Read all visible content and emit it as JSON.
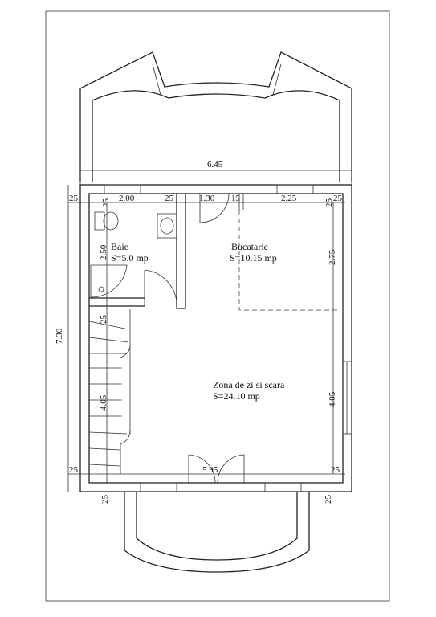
{
  "rooms": {
    "baie": {
      "name": "Baie",
      "area": "S=5.0 mp"
    },
    "bucatarie": {
      "name": "Bucatarie",
      "area": "S=10.15 mp"
    },
    "zona": {
      "name": "Zona de zi si scara",
      "area": "S=24.10 mp"
    }
  },
  "dimensions": {
    "top_total": "6.45",
    "top_25_left": "25",
    "top_25_a": "25",
    "top_200": "2.00",
    "top_25_b": "25",
    "top_130": "1.30",
    "top_15": "15",
    "top_225": "2.25",
    "top_25_c": "25",
    "top_25_d": "25",
    "left_total": "7.30",
    "left_250": "2.50",
    "left_25": "25",
    "left_405": "4.05",
    "right_275": "2.75",
    "right_405": "4.05",
    "bottom_595": "5.95",
    "bottom_25_left": "25",
    "bottom_25_right": "25",
    "bottom_25_v_left": "25",
    "bottom_25_v_right": "25"
  }
}
